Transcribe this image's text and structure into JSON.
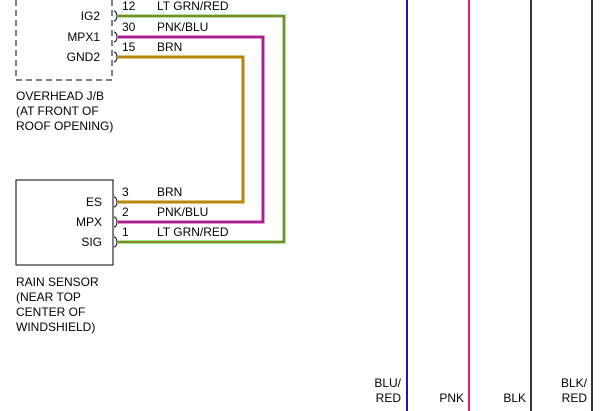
{
  "overhead_jb": {
    "title_lines": [
      "OVERHEAD J/B",
      "(AT FRONT OF",
      "ROOF OPENING)"
    ],
    "pins": [
      {
        "name": "IG2",
        "num": "12",
        "wire": "LT GRN/RED"
      },
      {
        "name": "MPX1",
        "num": "30",
        "wire": "PNK/BLU"
      },
      {
        "name": "GND2",
        "num": "15",
        "wire": "BRN"
      }
    ]
  },
  "rain_sensor": {
    "title_lines": [
      "RAIN SENSOR",
      "(NEAR TOP",
      "CENTER OF",
      "WINDSHIELD)"
    ],
    "pins": [
      {
        "name": "ES",
        "num": "3",
        "wire": "BRN"
      },
      {
        "name": "MPX",
        "num": "2",
        "wire": "PNK/BLU"
      },
      {
        "name": "SIG",
        "num": "1",
        "wire": "LT GRN/RED"
      }
    ]
  },
  "vertical_wires": [
    {
      "label_lines": [
        "BLU/",
        "RED"
      ],
      "color": "#2a0fb0"
    },
    {
      "label_lines": [
        "PNK"
      ],
      "color": "#e2205a"
    },
    {
      "label_lines": [
        "BLK"
      ],
      "color": "#333333"
    },
    {
      "label_lines": [
        "BLK/",
        "RED"
      ],
      "color": "#333333"
    }
  ],
  "wire_colors": {
    "green": "#33dd33",
    "red": "#ee2222",
    "pink": "#e0208a",
    "blue": "#5a22aa",
    "brown": "#b8860b"
  }
}
